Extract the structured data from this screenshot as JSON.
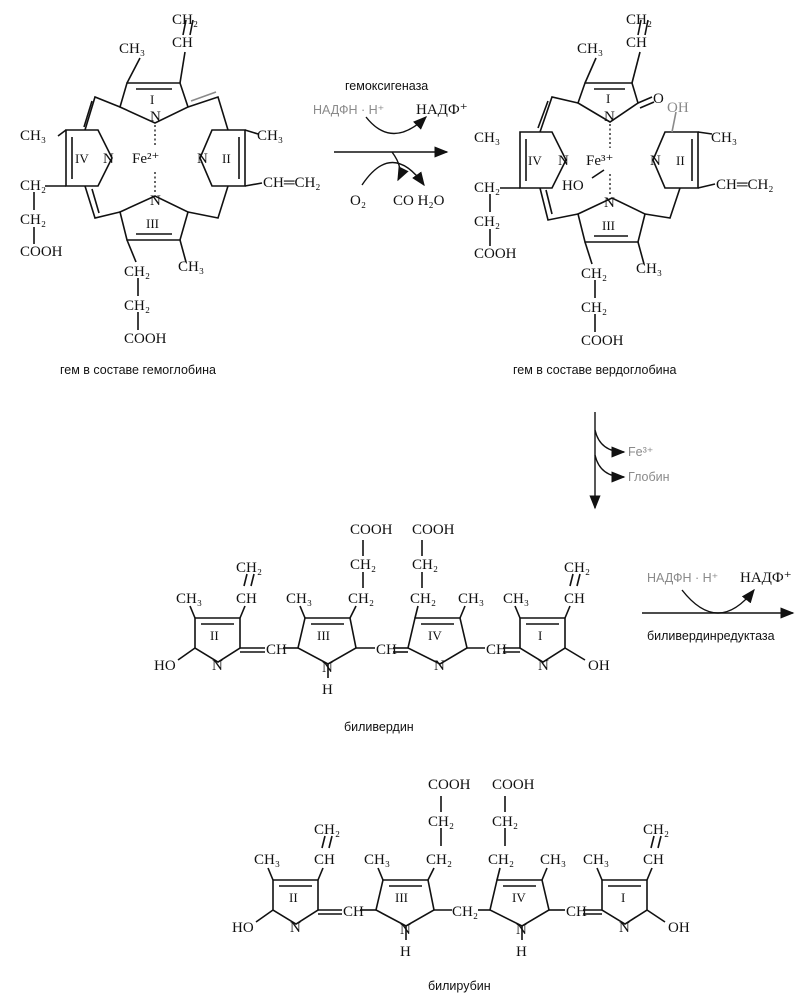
{
  "captions": {
    "heme_hb": "гем в составе гемоглобина",
    "heme_vg": "гем в составе вердоглобина",
    "biliverdin": "биливердин",
    "bilirubin": "билирубин"
  },
  "step1": {
    "enzyme": "гемоксигеназа",
    "donor": "НАДФН · Н⁺",
    "product": "НАДФ⁺",
    "substrate": "О₂",
    "released": "СО  Н₂О"
  },
  "step2": {
    "release1": "Fe³⁺",
    "release2": "Глобин"
  },
  "step3": {
    "enzyme": "биливердинредуктаза",
    "donor": "НАДФН · Н⁺",
    "product": "НАДФ⁺"
  },
  "labels": {
    "ch2": "CH₂",
    "ch": "CH",
    "ch3": "CH₃",
    "cooh": "COOH",
    "n": "N",
    "h": "H",
    "ho": "HO",
    "oh": "OH",
    "o": "O",
    "fe2": "Fe²⁺",
    "fe3": "Fe³⁺",
    "ch_eq_ch2": "CH═CH₂",
    "ring1": "I",
    "ring2": "II",
    "ring3": "III",
    "ring4": "IV"
  }
}
